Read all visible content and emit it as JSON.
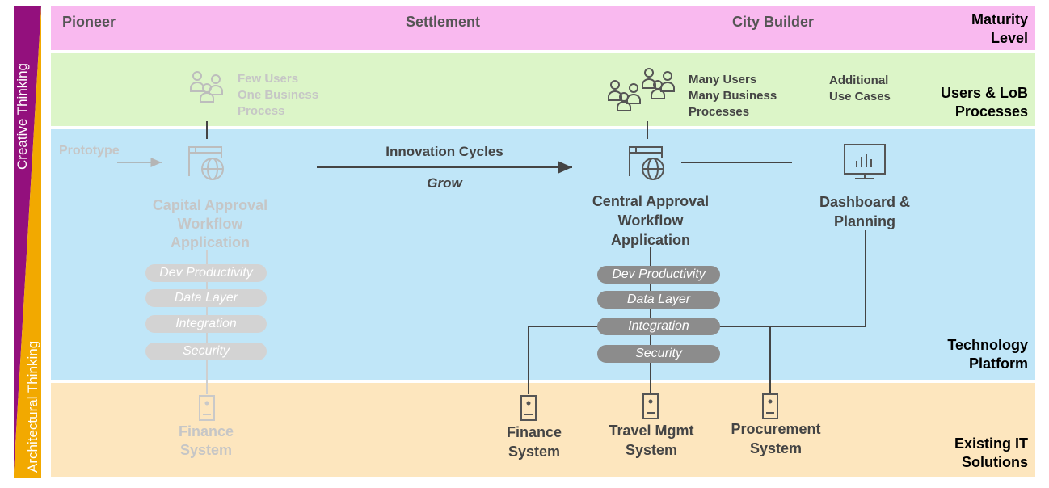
{
  "side": {
    "creative": "Creative Thinking",
    "architectural": "Architectural Thinking"
  },
  "maturity": {
    "pioneer": "Pioneer",
    "settlement": "Settlement",
    "city_builder": "City Builder",
    "label_line1": "Maturity",
    "label_line2": "Level"
  },
  "rows": {
    "users_line1": "Users & LoB",
    "users_line2": "Processes",
    "tech_line1": "Technology",
    "tech_line2": "Platform",
    "it_line1": "Existing IT",
    "it_line2": "Solutions"
  },
  "left": {
    "users_text": [
      "Few Users",
      "One  Business",
      "Process"
    ],
    "prototype": "Prototype",
    "app_title": [
      "Capital Approval",
      "Workflow",
      "Application"
    ],
    "pills": [
      "Dev Productivity",
      "Data Layer",
      "Integration",
      "Security"
    ],
    "system": [
      "Finance",
      "System"
    ]
  },
  "middle": {
    "cycles": "Innovation Cycles",
    "grow": "Grow"
  },
  "right": {
    "users_text": [
      "Many Users",
      "Many Business",
      "Processes"
    ],
    "additional": [
      "Additional",
      "Use Cases"
    ],
    "app_title": [
      "Central Approval",
      "Workflow",
      "Application"
    ],
    "dashboard": [
      "Dashboard &",
      "Planning"
    ],
    "pills": [
      "Dev Productivity",
      "Data Layer",
      "Integration",
      "Security"
    ],
    "systems": {
      "finance": [
        "Finance",
        "System"
      ],
      "travel": [
        "Travel Mgmt",
        "System"
      ],
      "procurement": [
        "Procurement",
        "System"
      ]
    }
  },
  "colors": {
    "maturity": "#f9b9ef",
    "users": "#dcf5c8",
    "tech": "#c0e6f8",
    "it": "#fde6be",
    "creative": "#93107d",
    "architectural": "#f2a900"
  }
}
